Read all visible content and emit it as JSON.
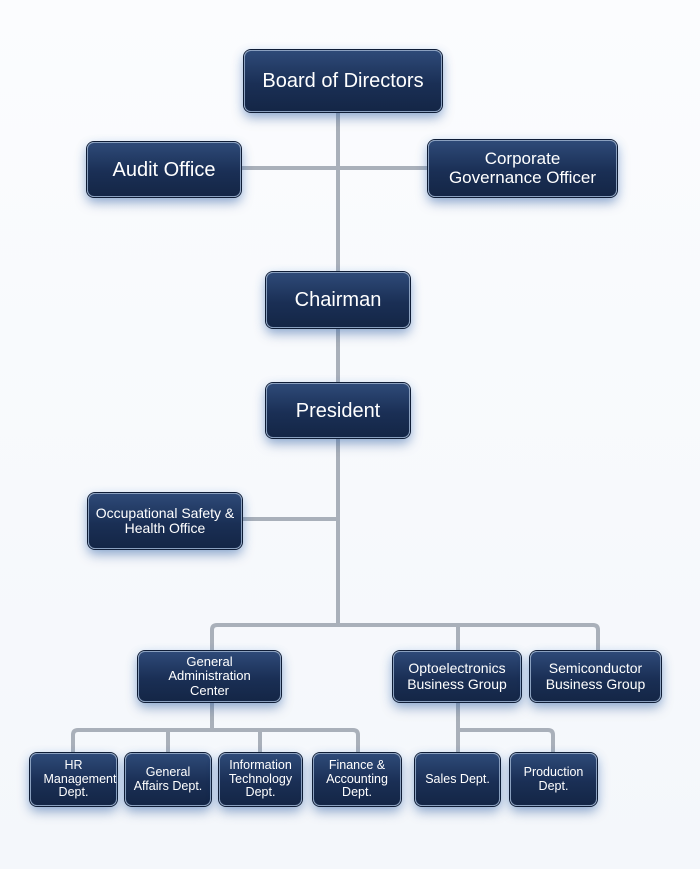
{
  "colors": {
    "node": "#1d3358",
    "line": "#a9b0ba"
  },
  "nodes": {
    "board": "Board of Directors",
    "audit": "Audit Office",
    "governance": "Corporate Governance Officer",
    "chairman": "Chairman",
    "president": "President",
    "safety": "Occupational Safety & Health Office",
    "gac": "General Administration Center",
    "opto": "Optoelectronics Business Group",
    "semi": "Semiconductor Business Group",
    "hr": "HR Management Dept.",
    "ga": "General Affairs Dept.",
    "it": "Information Technology Dept.",
    "fin": "Finance & Accounting Dept.",
    "sales": "Sales Dept.",
    "prod": "Production Dept."
  }
}
